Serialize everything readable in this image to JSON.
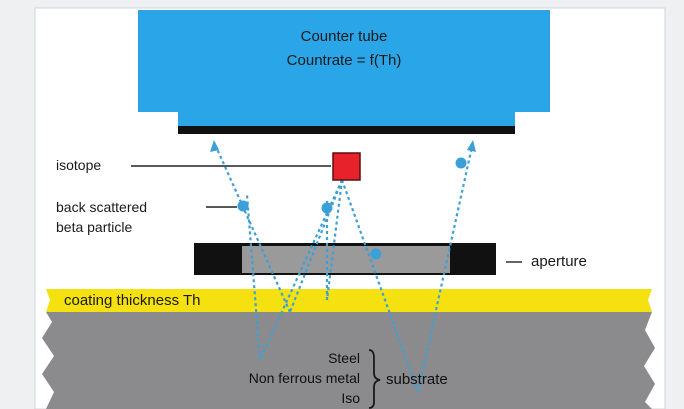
{
  "diagram": {
    "counter_tube": {
      "title": "Counter tube",
      "formula": "Countrate = f(Th)",
      "color": "#2aa6e8"
    },
    "labels": {
      "isotope": "isotope",
      "back_scattered_line1": "back scattered",
      "back_scattered_line2": "beta particle",
      "aperture": "aperture",
      "coating": "coating thickness Th",
      "substrate_steel": "Steel",
      "substrate_non_ferrous": "Non ferrous metal",
      "substrate_iso": "Iso",
      "substrate": "substrate"
    },
    "colors": {
      "isotope": "#e8222a",
      "coating": "#f5e10f",
      "substrate": "#8b8b8d",
      "aperture_outer": "#111111",
      "aperture_inner": "#9a9a9a",
      "particle_path": "#3ba0d8"
    }
  }
}
